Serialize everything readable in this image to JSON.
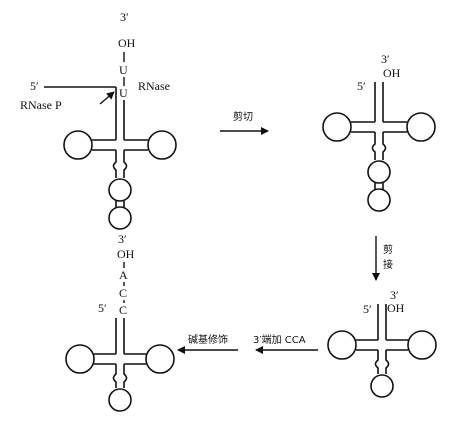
{
  "panel_top_left": {
    "three_prime": "3′",
    "oh": "OH",
    "nucleotides": [
      "U",
      "U"
    ],
    "five_prime": "5′",
    "enzyme_right": "RNase",
    "enzyme_left": "RNase P"
  },
  "step_cut": {
    "label": "剪切"
  },
  "panel_top_right": {
    "three_prime": "3′",
    "oh": "OH",
    "five_prime": "5′"
  },
  "step_splice": {
    "chars": [
      "剪",
      "接"
    ]
  },
  "panel_bottom_right": {
    "three_prime": "3′",
    "oh": "OH",
    "five_prime": "5′"
  },
  "step_add_cca": {
    "label": "3′端加 CCA"
  },
  "step_base_mod": {
    "label": "碱基修饰"
  },
  "panel_bottom_left": {
    "three_prime": "3′",
    "oh": "OH",
    "nucleotides": [
      "A",
      "C",
      "C"
    ],
    "five_prime": "5′"
  }
}
